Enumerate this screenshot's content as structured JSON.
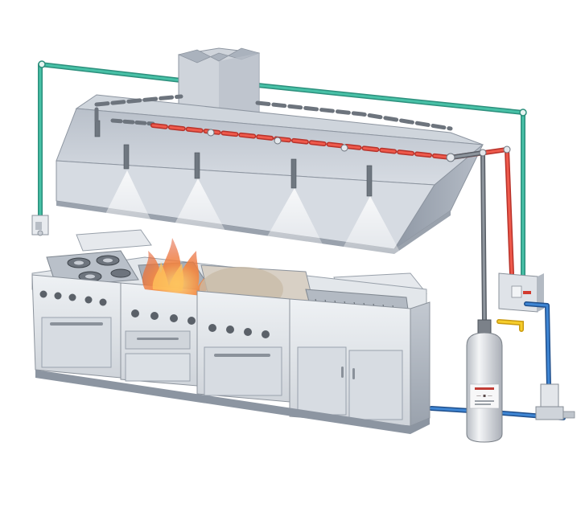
{
  "diagram": {
    "colors": {
      "background": "#ffffff",
      "detection_line": "#2fa58e",
      "agent_line_active": "#e2453a",
      "agent_line_pipe": "#6e7278",
      "gas_line": "#2f6fb8",
      "electric_line": "#f2c21a",
      "hood_metal": "#c4cad3",
      "appliance_metal": "#dde1e6",
      "flame": "#f0743a",
      "spray": "#eef3f7"
    },
    "tank": {
      "label_lines": [
        "— ▪ —",
        "",
        ""
      ]
    },
    "components": [
      "exhaust-duct",
      "exhaust-hood",
      "detection-line",
      "agent-distribution-line",
      "spray-nozzles",
      "manual-pull-station",
      "control-panel",
      "agent-cylinder",
      "gas-shutoff-valve",
      "range-with-burners",
      "fryer-with-fire",
      "griddle",
      "charbroiler"
    ]
  }
}
